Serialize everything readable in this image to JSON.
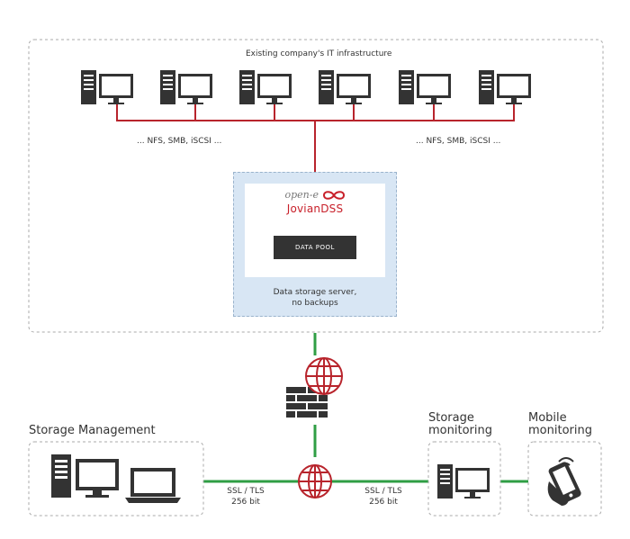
{
  "infrastructure": {
    "title": "Existing company's IT infrastructure",
    "protocols_left": "... NFS, SMB, iSCSI ...",
    "protocols_right": "... NFS, SMB, iSCSI ..."
  },
  "server": {
    "brand_top": "open-e",
    "brand_bottom": "JovianDSS",
    "pool_label": "DATA POOL",
    "caption_line1": "Data storage server,",
    "caption_line2": "no backups"
  },
  "storage_management": {
    "title": "Storage Management"
  },
  "storage_monitoring": {
    "title_line1": "Storage",
    "title_line2": "monitoring"
  },
  "mobile_monitoring": {
    "title_line1": "Mobile",
    "title_line2": "monitoring"
  },
  "link_left": {
    "line1": "SSL / TLS",
    "line2": "256 bit"
  },
  "link_right": {
    "line1": "SSL / TLS",
    "line2": "256 bit"
  },
  "colors": {
    "nas_link": "#b8242c",
    "secure_link": "#2f9e44",
    "device": "#333333",
    "server_bg": "#d8e6f4",
    "brand_red": "#c8202a"
  },
  "icons": [
    "desktop-computer-icon",
    "laptop-icon",
    "firewall-icon",
    "globe-icon",
    "mobile-phone-icon"
  ]
}
